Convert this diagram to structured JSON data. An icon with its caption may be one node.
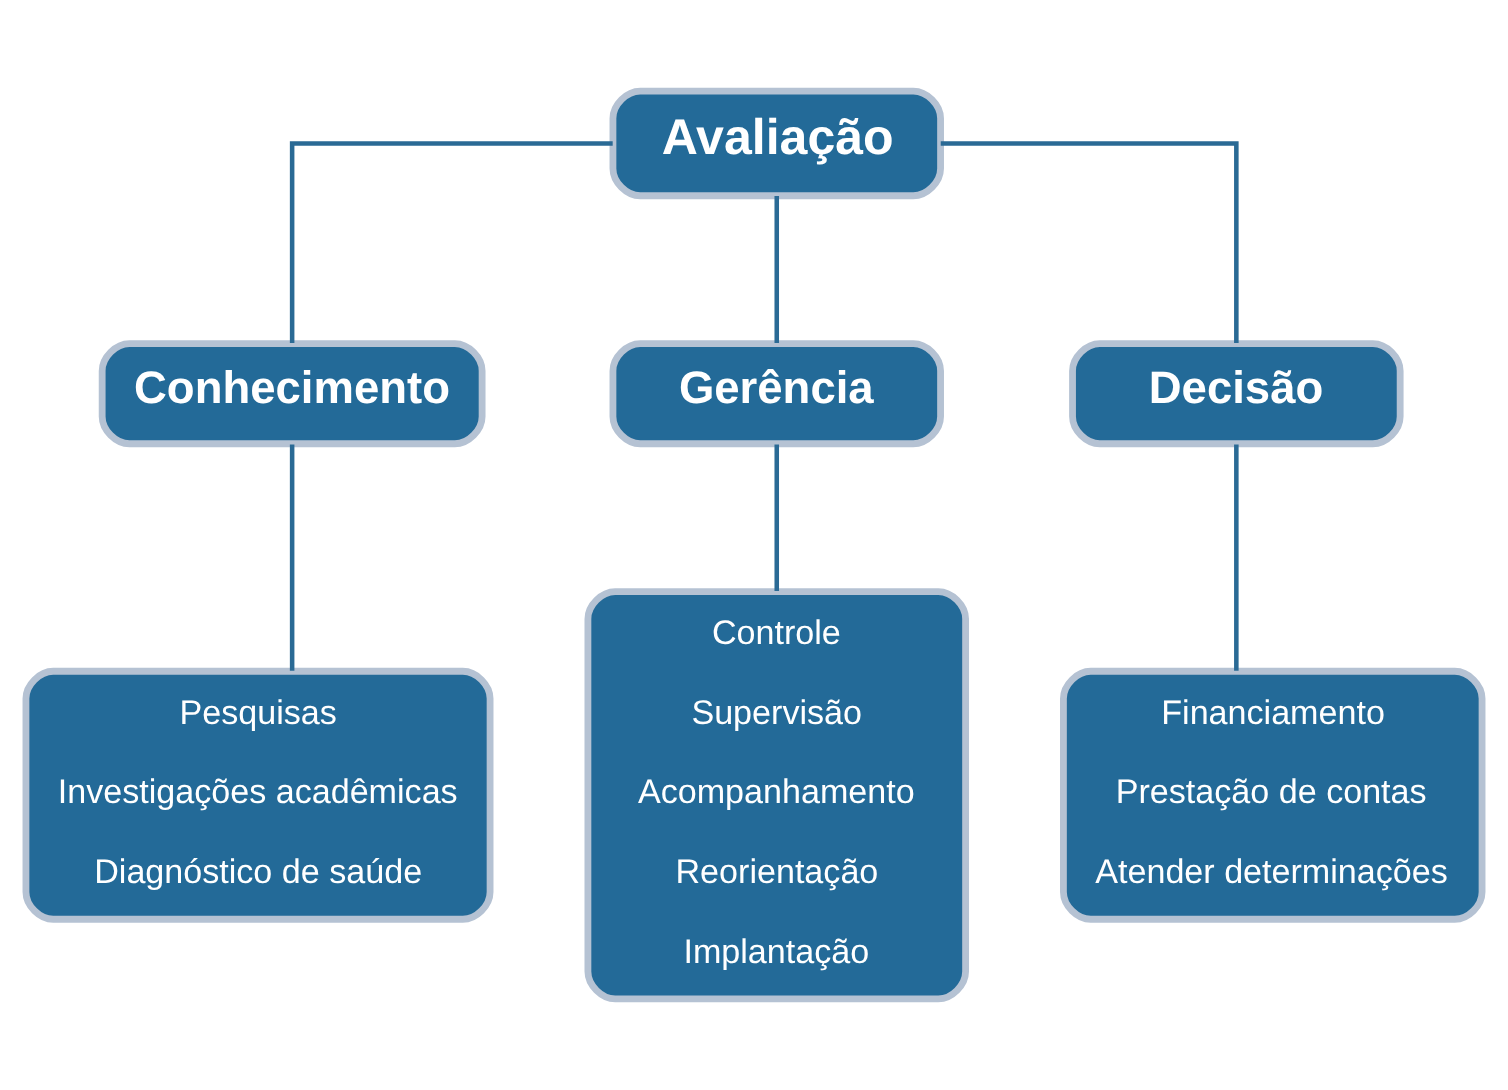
{
  "diagram": {
    "nodes": [
      {
        "text": [
          "Avaliação"
        ]
      },
      {
        "text": [
          "Conhecimento"
        ]
      },
      {
        "text": [
          "Gerência"
        ]
      },
      {
        "text": [
          "Decisão"
        ]
      },
      {
        "text": [
          "Pesquisas",
          "Investigações acadêmicas",
          "Diagnóstico de saúde"
        ]
      },
      {
        "text": [
          "Controle",
          "Supervisão",
          "Acompanhamento",
          "Reorientação",
          "Implantação"
        ]
      },
      {
        "text": [
          "Financiamento",
          "Prestação de contas",
          "Atender determinações"
        ]
      }
    ],
    "edges": [
      {
        "from": 0,
        "to": 1,
        "arrow": "none"
      },
      {
        "from": 0,
        "to": 2,
        "arrow": "none"
      },
      {
        "from": 0,
        "to": 3,
        "arrow": "none"
      },
      {
        "from": 1,
        "to": 4,
        "arrow": "none"
      },
      {
        "from": 2,
        "to": 5,
        "arrow": "none"
      },
      {
        "from": 3,
        "to": 6,
        "arrow": "none"
      }
    ]
  }
}
